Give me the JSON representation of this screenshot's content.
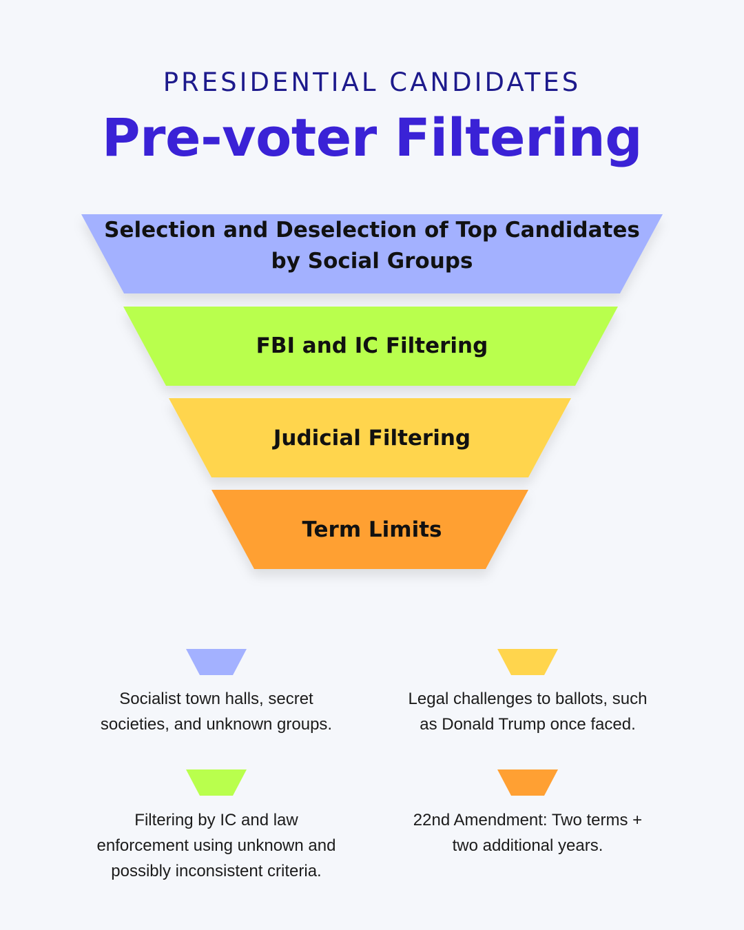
{
  "header": {
    "supertitle": "PRESIDENTIAL CANDIDATES",
    "title": "Pre-voter Filtering"
  },
  "funnel": {
    "tiers": [
      {
        "line1": "Selection and Deselection of Top Candidates",
        "line2": "by Social Groups",
        "color": "#a3b1ff"
      },
      {
        "label": "FBI and IC Filtering",
        "color": "#b9ff4d"
      },
      {
        "label": "Judicial Filtering",
        "color": "#ffd54d"
      },
      {
        "label": "Term Limits",
        "color": "#ffa033"
      }
    ]
  },
  "legend": {
    "items": [
      {
        "color": "#a3b1ff",
        "line1": "Socialist town halls, secret",
        "line2": "societies, and unknown groups."
      },
      {
        "color": "#ffd54d",
        "line1": "Legal challenges to ballots, such",
        "line2": "as Donald Trump once faced."
      },
      {
        "color": "#b9ff4d",
        "line1": "Filtering by IC and law",
        "line2": "enforcement using unknown and",
        "line3": "possibly inconsistent criteria."
      },
      {
        "color": "#ffa033",
        "line1": "22nd Amendment: Two terms +",
        "line2": "two additional years."
      }
    ]
  }
}
